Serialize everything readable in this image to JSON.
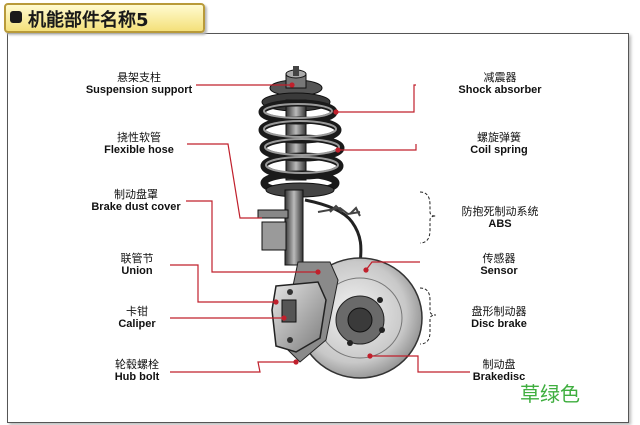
{
  "title": "机能部件名称5",
  "labels": {
    "suspension_support": {
      "zh": "悬架支柱",
      "en": "Suspension support"
    },
    "flexible_hose": {
      "zh": "挠性软管",
      "en": "Flexible hose"
    },
    "brake_dust_cover": {
      "zh": "制动盘罩",
      "en": "Brake dust cover"
    },
    "union": {
      "zh": "联管节",
      "en": "Union"
    },
    "caliper": {
      "zh": "卡钳",
      "en": "Caliper"
    },
    "hub_bolt": {
      "zh": "轮毂螺栓",
      "en": "Hub bolt"
    },
    "shock_absorber": {
      "zh": "减震器",
      "en": "Shock absorber"
    },
    "coil_spring": {
      "zh": "螺旋弹簧",
      "en": "Coil spring"
    },
    "abs": {
      "zh": "防抱死制动系统",
      "en": "ABS"
    },
    "sensor": {
      "zh": "传感器",
      "en": "Sensor"
    },
    "disc_brake": {
      "zh": "盘形制动器",
      "en": "Disc brake"
    },
    "brake_disc": {
      "zh": "制动盘",
      "en": "Brakedisc"
    }
  },
  "watermark": "草绿色",
  "colors": {
    "leader_line": "#c0202c",
    "bracket": "#222222",
    "title_bg": "#f4e07a"
  }
}
